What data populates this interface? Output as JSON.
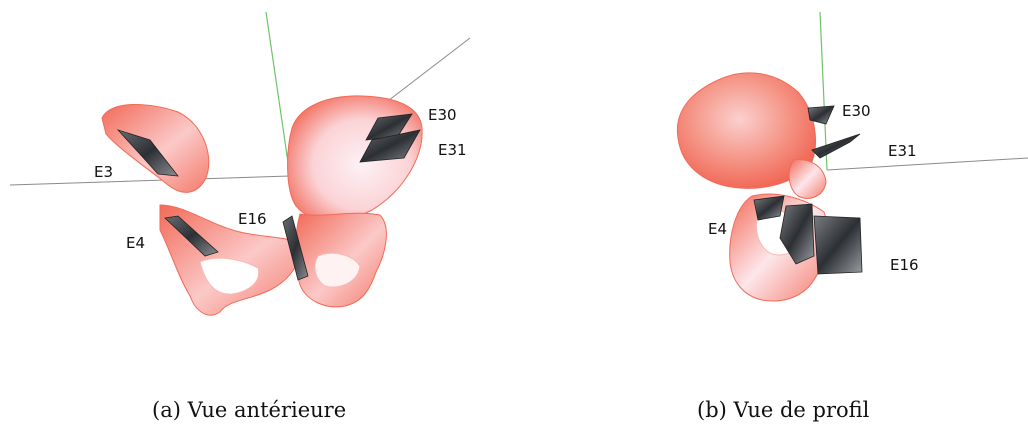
{
  "panels": [
    {
      "caption": "(a) Vue antérieure",
      "labels": {
        "e3": "E3",
        "e4": "E4",
        "e16": "E16",
        "e30": "E30",
        "e31": "E31"
      }
    },
    {
      "caption": "(b) Vue de profil",
      "labels": {
        "e4": "E4",
        "e16": "E16",
        "e30": "E30",
        "e31": "E31"
      }
    }
  ],
  "colors": {
    "bone": "#f47a6a",
    "bone_light": "#fde3e6",
    "electrode": "#3a3d42",
    "axis_green": "#6fc46a",
    "axis_gray": "#8a8a8a"
  }
}
